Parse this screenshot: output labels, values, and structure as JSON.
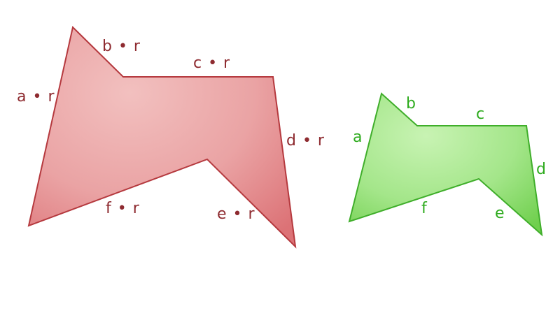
{
  "colors": {
    "red_fill_light": "#f0b8b8",
    "red_fill_dark": "#e07a7c",
    "red_stroke": "#b5393e",
    "red_label": "#8e2b30",
    "green_fill_light": "#bdf0a8",
    "green_fill_dark": "#72d450",
    "green_stroke": "#3fae2a",
    "green_label": "#2eab1e"
  },
  "large_shape": {
    "labels": {
      "a": "a • r",
      "b": "b • r",
      "c": "c • r",
      "d": "d • r",
      "e": "e • r",
      "f": "f • r"
    }
  },
  "small_shape": {
    "labels": {
      "a": "a",
      "b": "b",
      "c": "c",
      "d": "d",
      "e": "e",
      "f": "f"
    }
  }
}
